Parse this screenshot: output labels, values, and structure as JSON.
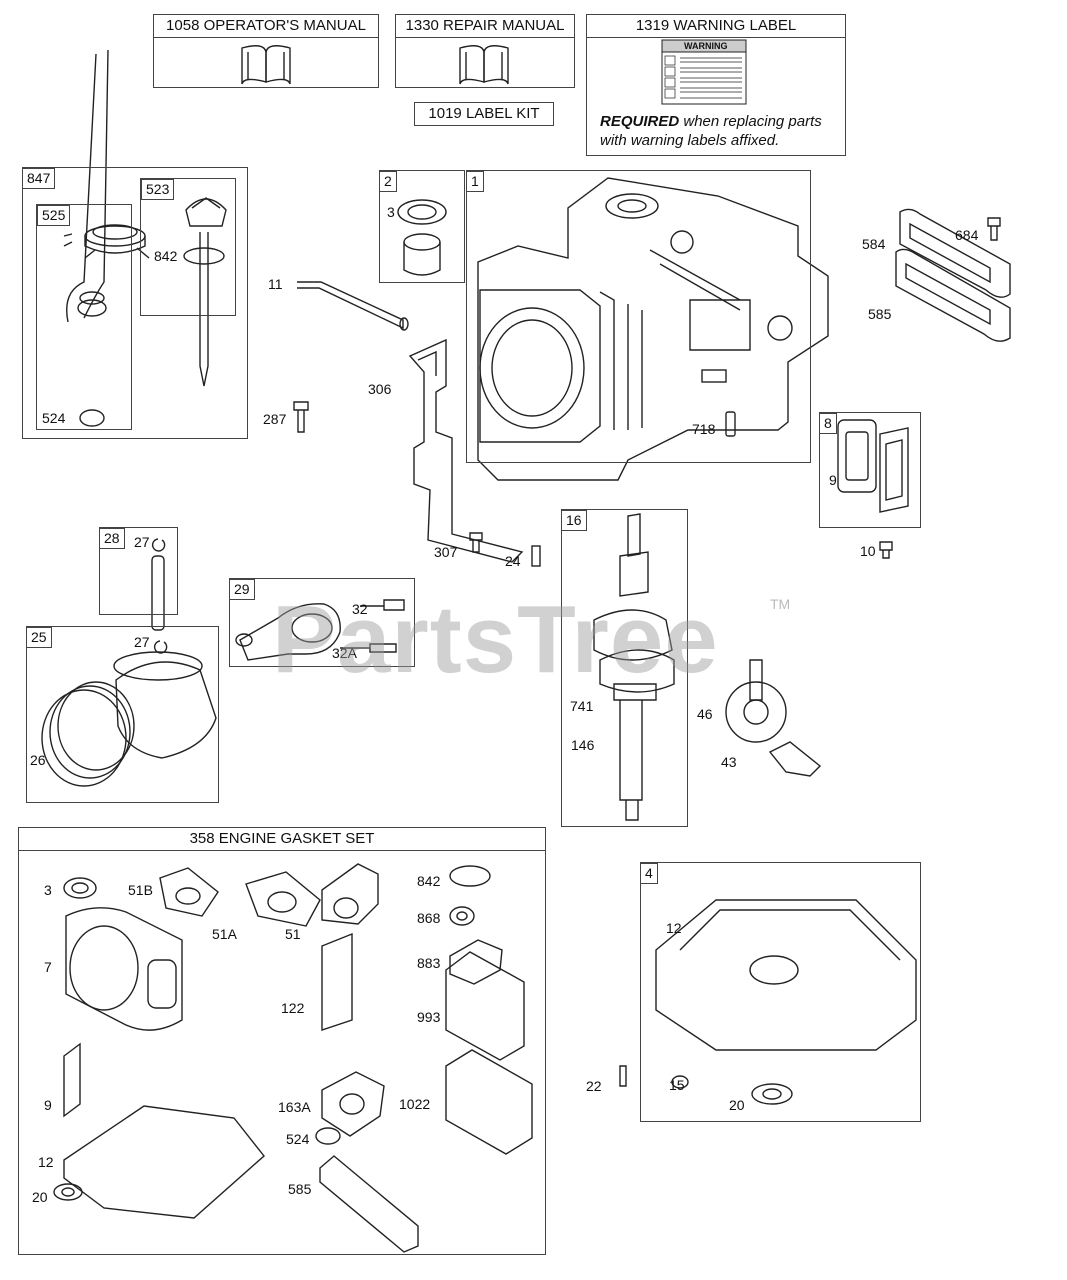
{
  "manuals": {
    "operators": "1058 OPERATOR'S MANUAL",
    "repair": "1330 REPAIR MANUAL",
    "label_kit": "1019 LABEL KIT",
    "warning_label": "1319 WARNING LABEL",
    "warning_word": "WARNING",
    "required_strong": "REQUIRED",
    "required_rest": " when replacing parts with warning labels affixed."
  },
  "groups": {
    "g847": "847",
    "g525": "525",
    "g523": "523",
    "g2": "2",
    "g1": "1",
    "g8": "8",
    "g28": "28",
    "g29": "29",
    "g25": "25",
    "g16": "16",
    "g4": "4"
  },
  "gasket_set_title": "358 ENGINE GASKET SET",
  "parts": {
    "p842a": "842",
    "p524a": "524",
    "p11": "11",
    "p3a": "3",
    "p287": "287",
    "p306": "306",
    "p307": "307",
    "p24": "24",
    "p718": "718",
    "p584": "584",
    "p684": "684",
    "p585a": "585",
    "p9a": "9",
    "p10": "10",
    "p27a": "27",
    "p27b": "27",
    "p32": "32",
    "p32a": "32A",
    "p26": "26",
    "p741": "741",
    "p146": "146",
    "p46": "46",
    "p43": "43",
    "p3b": "3",
    "p51b": "51B",
    "p51a": "51A",
    "p51": "51",
    "p7": "7",
    "p122": "122",
    "p9b": "9",
    "p12a": "12",
    "p20a": "20",
    "p163a": "163A",
    "p524b": "524",
    "p585b": "585",
    "p842b": "842",
    "p868": "868",
    "p883": "883",
    "p993": "993",
    "p1022": "1022",
    "p12b": "12",
    "p22": "22",
    "p15": "15",
    "p20b": "20"
  },
  "watermark": "PartsTree",
  "trademark": "TM"
}
